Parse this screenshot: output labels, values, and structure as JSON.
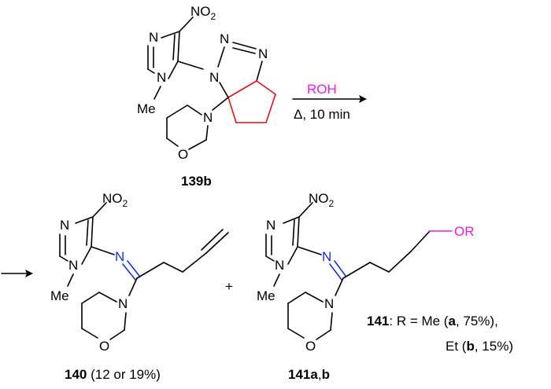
{
  "atoms": {
    "nitro": "NO",
    "nitro_sub": "2",
    "nitrogen": "N",
    "oxygen": "O",
    "methyl": "Me",
    "ether": "OR"
  },
  "reaction": {
    "reagent": "ROH",
    "conditions": "Δ, 10 min",
    "plus": "+"
  },
  "colors": {
    "red": "#e0101a",
    "blue": "#1a2fd6",
    "magenta": "#e020e0"
  },
  "compounds": {
    "start": {
      "label": "139b"
    },
    "product1": {
      "label": "140",
      "yield": " (12 or 19%)"
    },
    "product2": {
      "label_num": "141",
      "label_a": "a",
      "label_sep": ",",
      "label_b": "b",
      "legend_prefix": ": R = Me (",
      "legend_a_yield": ", 75%),",
      "legend_line2_prefix": "Et (",
      "legend_b_yield": ", 15%)"
    }
  }
}
